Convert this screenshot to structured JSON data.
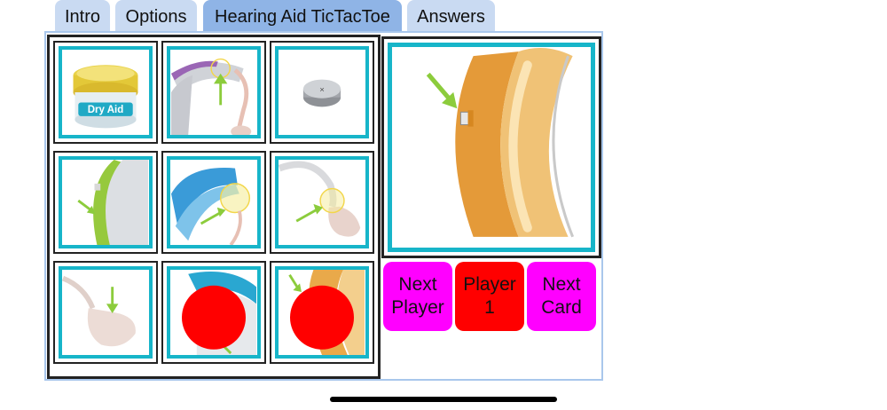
{
  "tabs": [
    {
      "label": "Intro"
    },
    {
      "label": "Options"
    },
    {
      "label": "Hearing Aid TicTacToe"
    },
    {
      "label": "Answers"
    }
  ],
  "board": {
    "cells": [
      {
        "image": "dry-aid-jar",
        "text": "Dry Aid",
        "marker": null
      },
      {
        "image": "hearing-aid-tube-connection",
        "marker": null
      },
      {
        "image": "button-battery",
        "text": "×",
        "marker": null
      },
      {
        "image": "hearing-aid-green-button",
        "marker": null
      },
      {
        "image": "hearing-aid-blue-tube",
        "marker": null
      },
      {
        "image": "earmold-tube-connection",
        "marker": null
      },
      {
        "image": "earmold",
        "marker": null
      },
      {
        "image": "hearing-aid-blue-covered",
        "marker": "red"
      },
      {
        "image": "hearing-aid-tan-covered",
        "marker": "red"
      }
    ]
  },
  "card": {
    "image": "hearing-aid-tan-button"
  },
  "controls": {
    "next_player": "Next\nPlayer",
    "player": "Player\n1",
    "next_card": "Next\nCard"
  },
  "colors": {
    "tab": "#c9daf2",
    "tab_active": "#8fb4e6",
    "cell_border": "#17b5c9",
    "marker": "#ff0000",
    "next_button": "#ff00ff",
    "player_button": "#ff0000"
  }
}
